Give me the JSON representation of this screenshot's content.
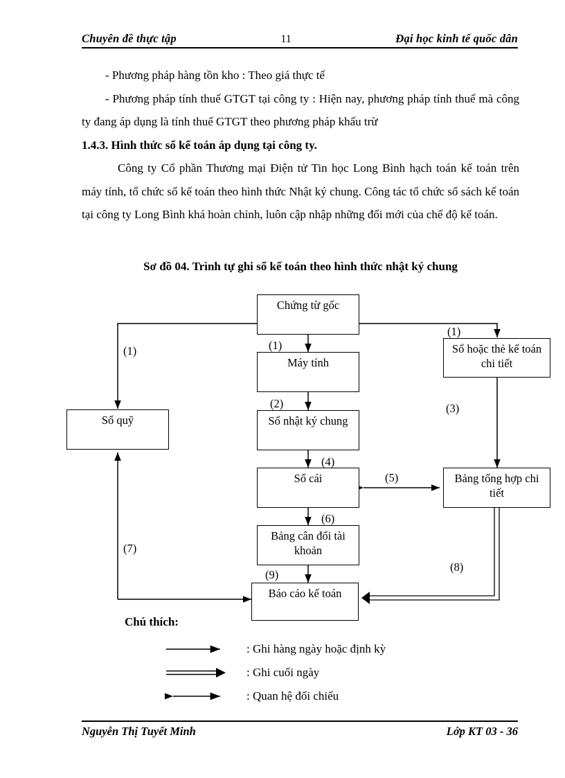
{
  "header": {
    "left": "Chuyên đề thực tập",
    "page_number": "11",
    "right": "Đại học kinh tế quốc dân"
  },
  "body": {
    "bullet1": "- Phương pháp hàng tồn kho : Theo giá thực tế",
    "bullet2": "- Phương pháp tính thuế GTGT tại công ty : Hiện nay, phương pháp tính thuế mà công ty đang áp dụng là tính thuế GTGT theo phương pháp khấu trừ",
    "section_heading": "1.4.3. Hình thức sổ kế toán áp dụng tại công ty.",
    "paragraph": "Công ty Cổ phần Thương mại Điện tử Tin học Long Bình hạch toán kế toán trên máy tính, tổ chức sổ kế toán theo hình thức Nhật ký chung. Công tác tổ chức sổ sách kế toán tại công ty Long Bình khá hoàn chỉnh, luôn cập nhập những đổi mới của chế độ kế toán."
  },
  "diagram": {
    "title": "Sơ đồ 04. Trình tự ghi sổ kế toán theo hình thức nhật ký chung",
    "nodes": [
      {
        "id": "chung-tu-goc",
        "label": "Chứng từ gốc"
      },
      {
        "id": "may-tinh",
        "label": "Máy tính"
      },
      {
        "id": "so-quy",
        "label": "Sổ quỹ"
      },
      {
        "id": "so-hoac-the-ke-toan",
        "label": "Sổ hoặc thẻ kế toán chi tiết"
      },
      {
        "id": "so-nhat-ky-chung",
        "label": "Sổ nhật ký chung"
      },
      {
        "id": "so-cai",
        "label": "Sổ cái"
      },
      {
        "id": "bang-tong-hop",
        "label": "Bảng tổng hợp chi tiết"
      },
      {
        "id": "bang-can-doi",
        "label": "Bảng cân đối tài khoản"
      },
      {
        "id": "bao-cao-ke-toan",
        "label": "Báo cáo kế toán"
      }
    ],
    "connector_labels": {
      "l1_left": "(1)",
      "l1_center": "(1)",
      "l1_right": "(1)",
      "l2": "(2)",
      "l3": "(3)",
      "l4": "(4)",
      "l5": "(5)",
      "l6": "(6)",
      "l7": "(7)",
      "l8": "(8)",
      "l9": "(9)"
    }
  },
  "legend": {
    "title": "Chú thích:",
    "items": [
      {
        "arrow": "single-arrow-icon",
        "text": ": Ghi hàng ngày hoặc định kỳ"
      },
      {
        "arrow": "double-line-arrow-icon",
        "text": ": Ghi cuối ngày"
      },
      {
        "arrow": "bidirectional-arrow-icon",
        "text": ": Quan hệ đối chiếu"
      }
    ]
  },
  "footer": {
    "left": "Nguyễn Thị Tuyết Minh",
    "right": "Lớp KT 03 - 36"
  }
}
